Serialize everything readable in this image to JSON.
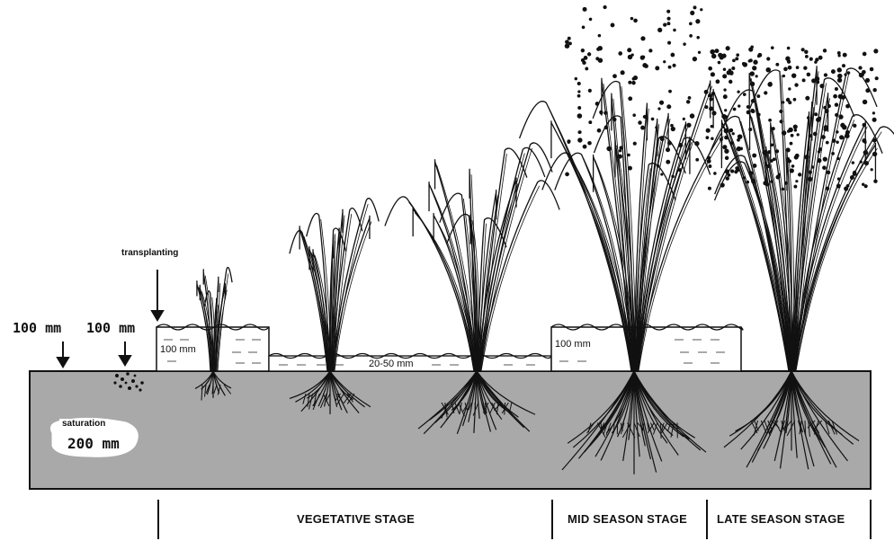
{
  "labels": {
    "transplanting": "transplanting",
    "water_left_1": "100 mm",
    "water_left_2": "100 mm",
    "saturation": "saturation",
    "saturation_depth": "200 mm",
    "flood_1": "100 mm",
    "shallow": "20-50 mm",
    "flood_2": "100 mm"
  },
  "stages": {
    "vegetative": "VEGETATIVE STAGE",
    "mid_season": "MID SEASON STAGE",
    "late_season": "LATE SEASON STAGE"
  },
  "colors": {
    "soil": "#a9a9a9",
    "ink": "#111111",
    "water": "#ffffff"
  }
}
